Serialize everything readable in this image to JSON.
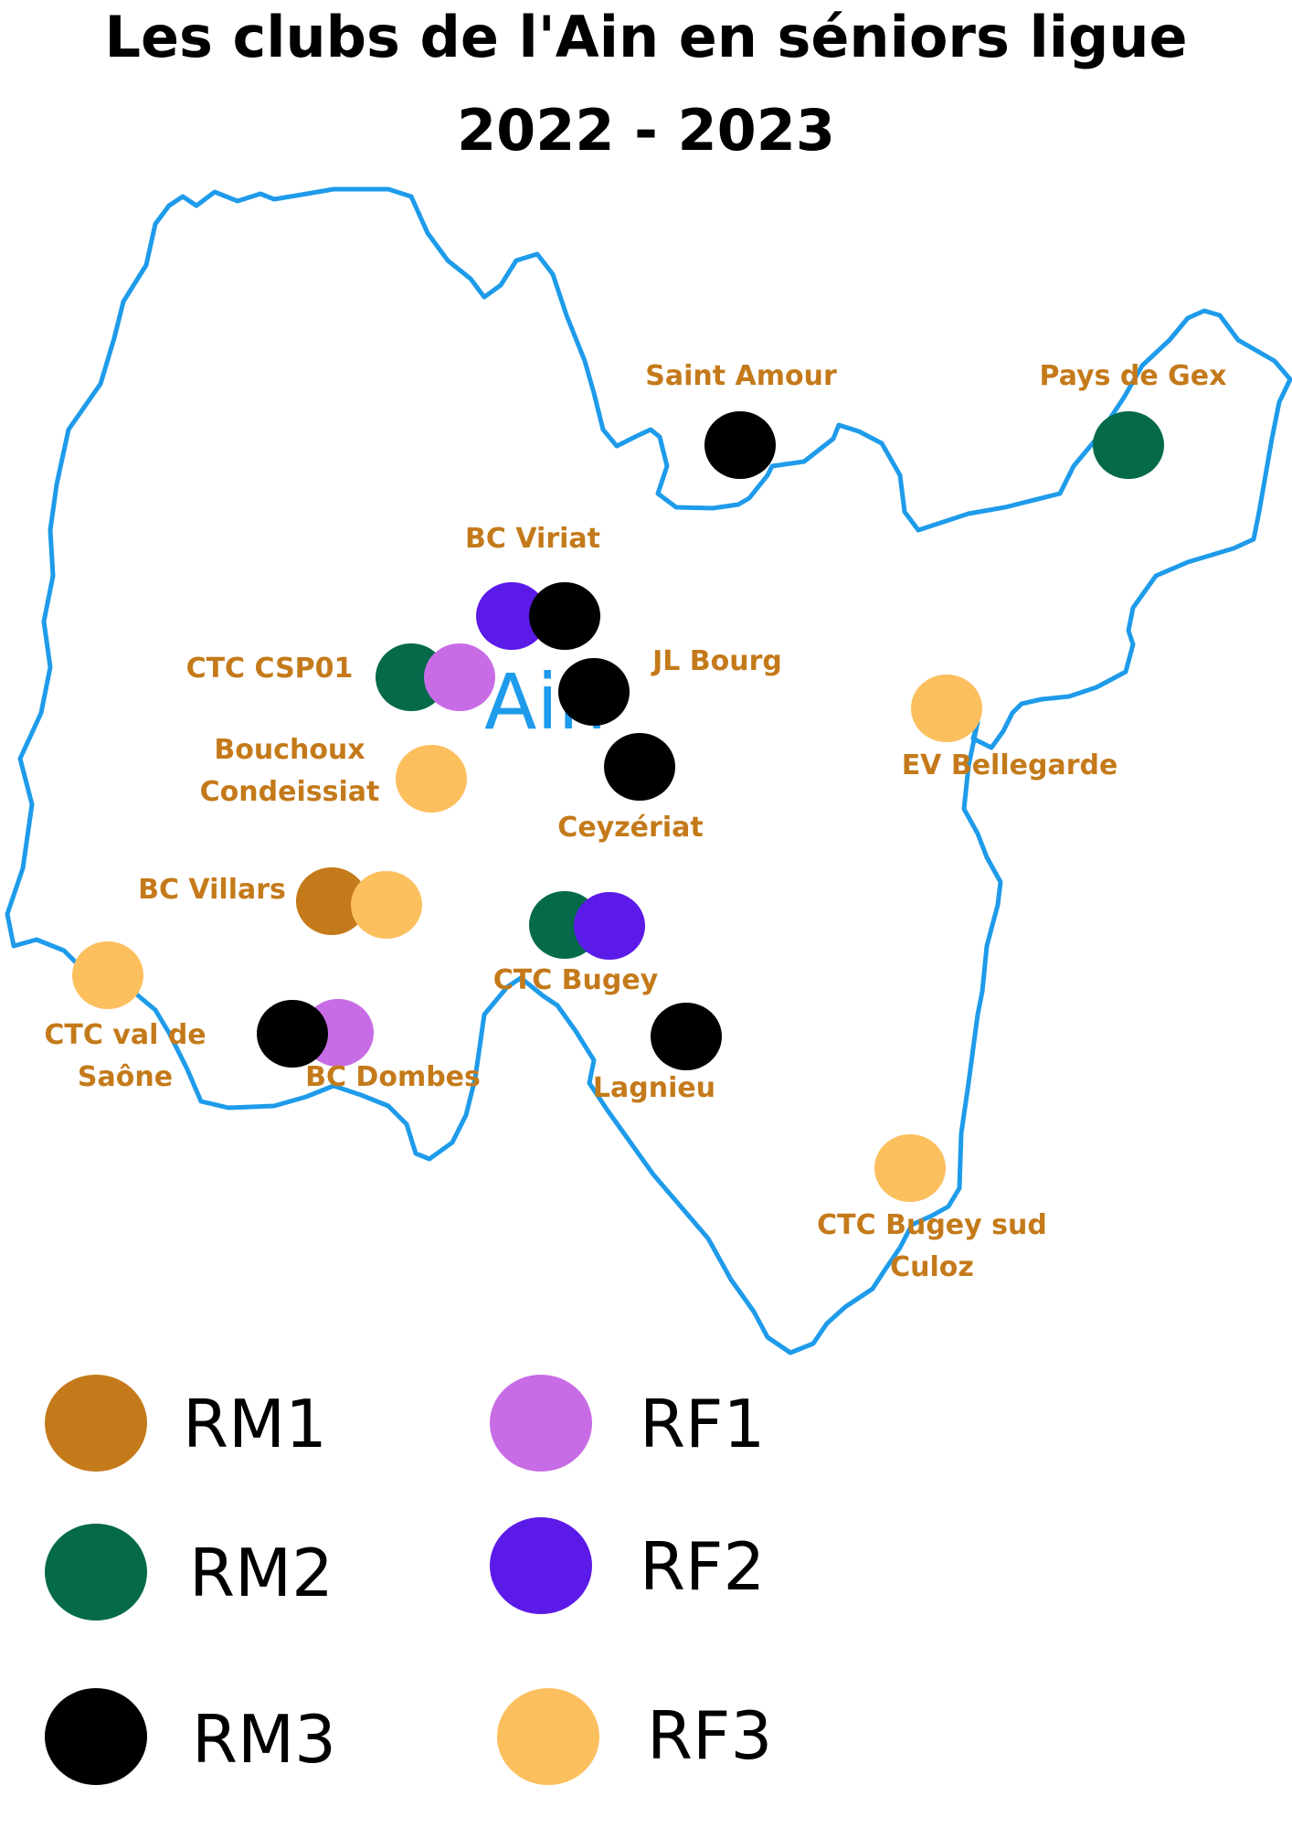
{
  "title": {
    "line1": "Les clubs de l'Ain en séniors ligue",
    "line2": "2022 - 2023"
  },
  "department": "Ain",
  "colors": {
    "border": "#1e9bea",
    "label": "#c47a1a",
    "RM1": "#c47a1a",
    "RM2": "#046a4a",
    "RM3": "#000000",
    "RF1": "#c86ce6",
    "RF2": "#5c1ae8",
    "RF3": "#fcbf5e"
  },
  "legend": [
    {
      "key": "RM1",
      "label": "RM1"
    },
    {
      "key": "RM2",
      "label": "RM2"
    },
    {
      "key": "RM3",
      "label": "RM3"
    },
    {
      "key": "RF1",
      "label": "RF1"
    },
    {
      "key": "RF2",
      "label": "RF2"
    },
    {
      "key": "RF3",
      "label": "RF3"
    }
  ],
  "clubs": [
    {
      "id": "saint-amour",
      "lines": [
        "Saint Amour"
      ],
      "levels": [
        "RM3"
      ]
    },
    {
      "id": "pays-de-gex",
      "lines": [
        "Pays de Gex"
      ],
      "levels": [
        "RM2"
      ]
    },
    {
      "id": "bc-viriat",
      "lines": [
        "BC Viriat"
      ],
      "levels": [
        "RF2",
        "RM3"
      ]
    },
    {
      "id": "ctc-csp01",
      "lines": [
        "CTC CSP01"
      ],
      "levels": [
        "RM2",
        "RF1"
      ]
    },
    {
      "id": "jl-bourg",
      "lines": [
        "JL Bourg"
      ],
      "levels": [
        "RM3"
      ]
    },
    {
      "id": "bouchoux-condeissiat",
      "lines": [
        "Bouchoux",
        "Condeissiat"
      ],
      "levels": [
        "RF3"
      ]
    },
    {
      "id": "ceyzeriat",
      "lines": [
        "Ceyzériat"
      ],
      "levels": [
        "RM3"
      ]
    },
    {
      "id": "ev-bellegarde",
      "lines": [
        "EV Bellegarde"
      ],
      "levels": [
        "RF3"
      ]
    },
    {
      "id": "bc-villars",
      "lines": [
        "BC Villars"
      ],
      "levels": [
        "RM1",
        "RF3"
      ]
    },
    {
      "id": "ctc-bugey",
      "lines": [
        "CTC Bugey"
      ],
      "levels": [
        "RM2",
        "RF2"
      ]
    },
    {
      "id": "ctc-val-de-saone",
      "lines": [
        "CTC val de",
        "Saône"
      ],
      "levels": [
        "RF3"
      ]
    },
    {
      "id": "bc-dombes",
      "lines": [
        "BC Dombes"
      ],
      "levels": [
        "RF1",
        "RM3"
      ]
    },
    {
      "id": "lagnieu",
      "lines": [
        "Lagnieu"
      ],
      "levels": [
        "RM3"
      ]
    },
    {
      "id": "ctc-bugey-sud-culoz",
      "lines": [
        "CTC Bugey sud",
        "Culoz"
      ],
      "levels": [
        "RF3"
      ]
    }
  ]
}
